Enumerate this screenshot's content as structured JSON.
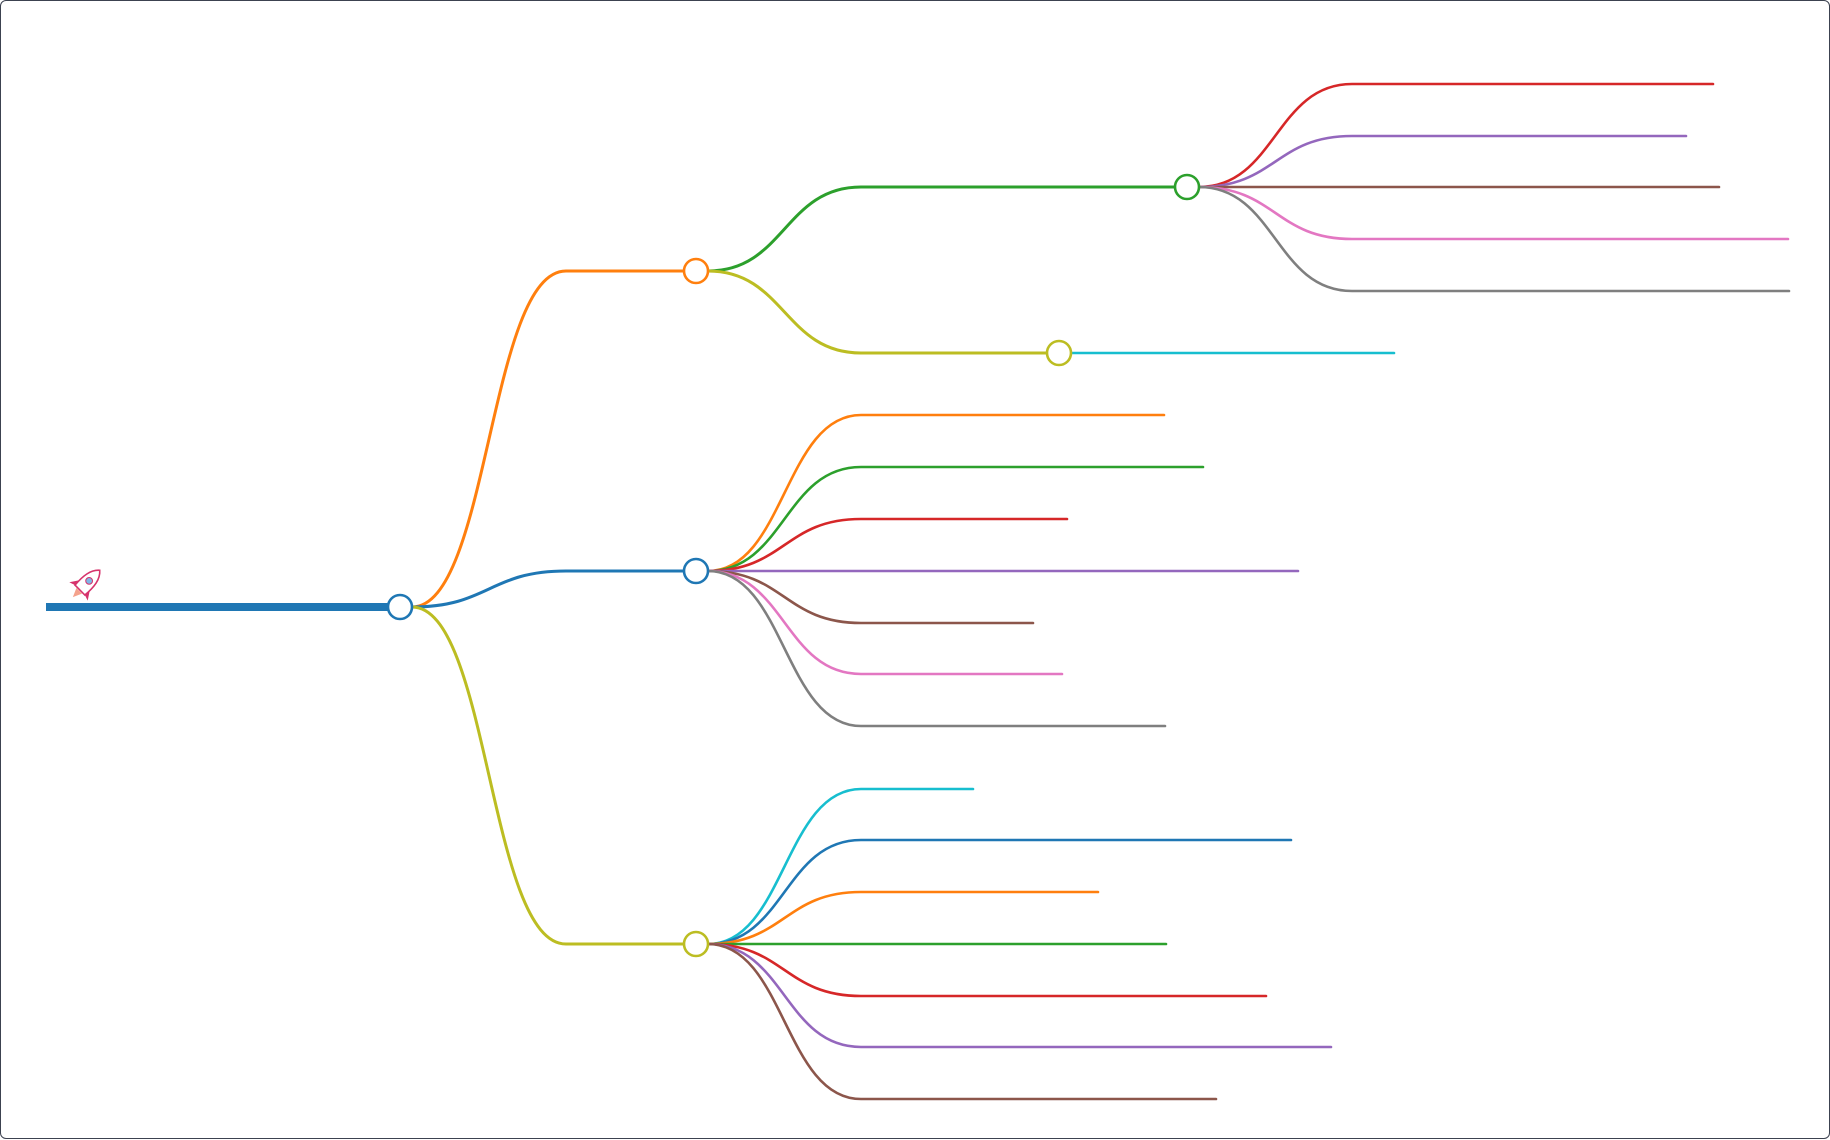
{
  "diagram": {
    "type": "mindmap",
    "root": {
      "id": "root",
      "color": "#1f77b4",
      "icon": "rocket-icon",
      "children": [
        {
          "id": "b1",
          "color": "#ff7f0e",
          "children": [
            {
              "id": "b1a",
              "color": "#2ca02c",
              "children": [
                {
                  "id": "b1a1",
                  "color": "#d62728"
                },
                {
                  "id": "b1a2",
                  "color": "#9467bd"
                },
                {
                  "id": "b1a3",
                  "color": "#8c564b"
                },
                {
                  "id": "b1a4",
                  "color": "#e377c2"
                },
                {
                  "id": "b1a5",
                  "color": "#7f7f7f"
                }
              ]
            },
            {
              "id": "b1b",
              "color": "#bcbd22",
              "children": [
                {
                  "id": "b1b1",
                  "color": "#17becf"
                }
              ]
            }
          ]
        },
        {
          "id": "b2",
          "color": "#1f77b4",
          "children": [
            {
              "id": "b2a",
              "color": "#ff7f0e"
            },
            {
              "id": "b2b",
              "color": "#2ca02c"
            },
            {
              "id": "b2c",
              "color": "#d62728"
            },
            {
              "id": "b2d",
              "color": "#9467bd"
            },
            {
              "id": "b2e",
              "color": "#8c564b"
            },
            {
              "id": "b2f",
              "color": "#e377c2"
            },
            {
              "id": "b2g",
              "color": "#7f7f7f"
            }
          ]
        },
        {
          "id": "b3",
          "color": "#bcbd22",
          "children": [
            {
              "id": "b3a",
              "color": "#17becf"
            },
            {
              "id": "b3b",
              "color": "#1f77b4"
            },
            {
              "id": "b3c",
              "color": "#ff7f0e"
            },
            {
              "id": "b3d",
              "color": "#2ca02c"
            },
            {
              "id": "b3e",
              "color": "#d62728"
            },
            {
              "id": "b3f",
              "color": "#9467bd"
            },
            {
              "id": "b3g",
              "color": "#8c564b"
            }
          ]
        }
      ]
    }
  }
}
